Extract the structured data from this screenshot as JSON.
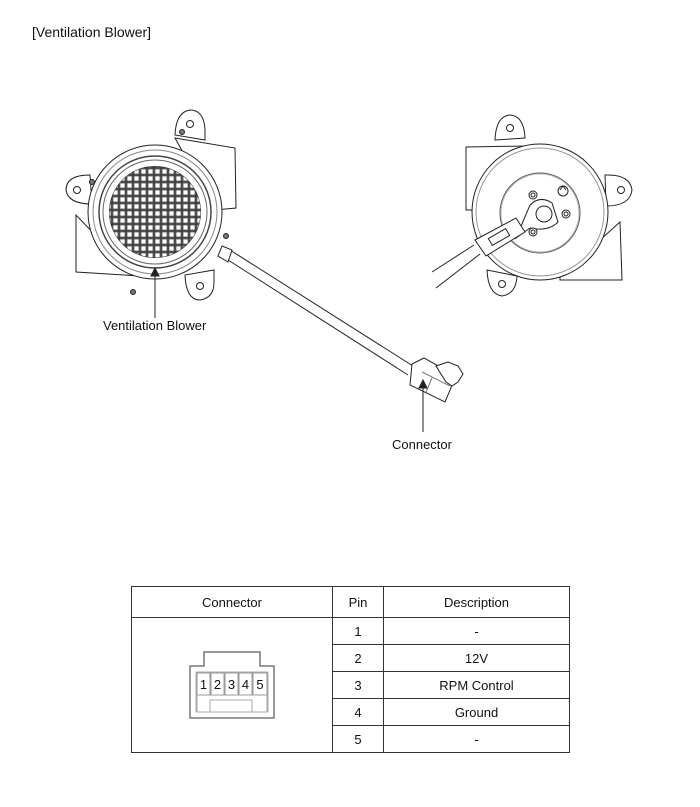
{
  "title": "[Ventilation Blower]",
  "illustration": {
    "front_view_label": "Ventilation Blower",
    "connector_label": "Connector"
  },
  "pin_table": {
    "headers": [
      "Connector",
      "Pin",
      "Description"
    ],
    "connector_pins": [
      "1",
      "2",
      "3",
      "4",
      "5"
    ],
    "rows": [
      {
        "pin": "1",
        "description": "-"
      },
      {
        "pin": "2",
        "description": "12V"
      },
      {
        "pin": "3",
        "description": "RPM Control"
      },
      {
        "pin": "4",
        "description": "Ground"
      },
      {
        "pin": "5",
        "description": "-"
      }
    ]
  }
}
